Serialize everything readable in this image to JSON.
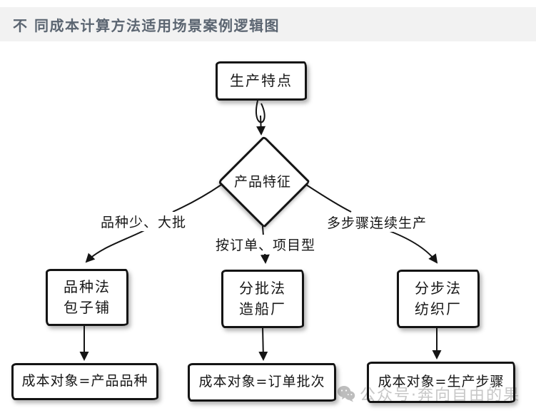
{
  "page": {
    "title": "不 同成本计算方法适用场景案例逻辑图"
  },
  "flowchart": {
    "nodes": {
      "production": {
        "label": "生产特点"
      },
      "decision": {
        "label": "产品特征"
      },
      "method_variety": {
        "line1": "品种法",
        "line2": "包子铺"
      },
      "method_batch": {
        "line1": "分批法",
        "line2": "造船厂"
      },
      "method_step": {
        "line1": "分步法",
        "line2": "纺织厂"
      },
      "object_variety": {
        "label": "成本对象=产品品种"
      },
      "object_batch": {
        "label": "成本对象=订单批次"
      },
      "object_step": {
        "label": "成本对象=生产步骤"
      }
    },
    "edge_labels": {
      "left": "品种少、大批",
      "middle": "按订单、项目型",
      "right": "多步骤连续生产"
    }
  },
  "watermark": {
    "icon": "wechat-icon",
    "text": "公众号·奔向自由的果"
  },
  "colors": {
    "title": "#5b6571",
    "header_band": "#f2f2f2",
    "stroke": "#141414",
    "watermark_gray": "#c7c7c7"
  }
}
